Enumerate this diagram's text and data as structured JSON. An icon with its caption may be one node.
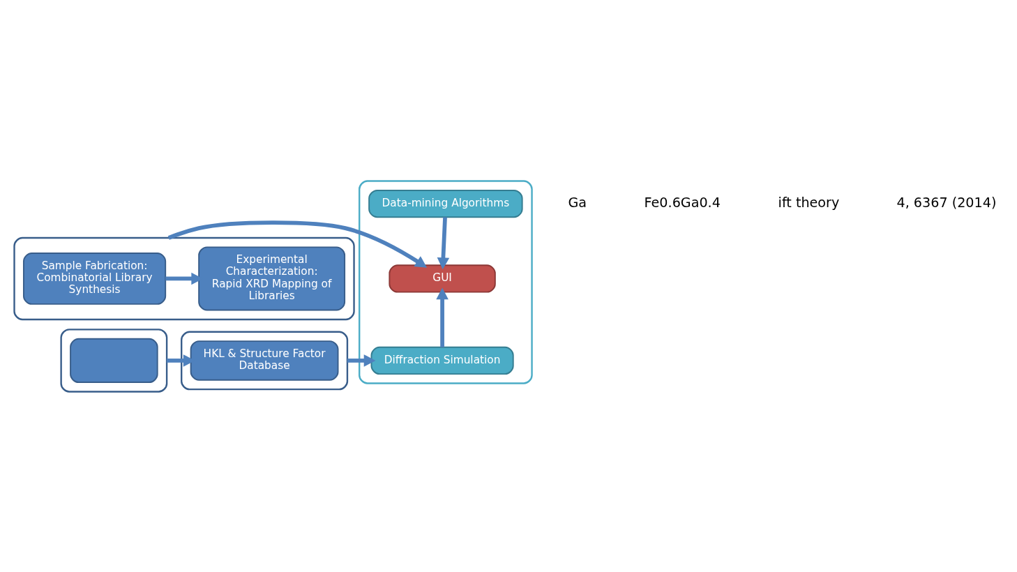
{
  "diagram": {
    "nodes": [
      {
        "text": [],
        "shape": "box"
      },
      {
        "text": [
          "Sample Fabrication: Combinatorial Library Synthesis"
        ],
        "in": 0
      },
      {
        "text": [
          "Experimental Characterization: Rapid XRD Mapping of Libraries"
        ],
        "in": 0
      },
      {
        "text": [],
        "shape": "box"
      },
      {
        "text": [],
        "shape": "box",
        "in": 3
      },
      {
        "text": [],
        "shape": "box"
      },
      {
        "text": [
          "HKL & Structure Factor Database"
        ],
        "in": 5
      },
      {
        "text": [],
        "shape": "box"
      },
      {
        "text": [
          "Data-mining Algorithms"
        ],
        "in": 7
      },
      {
        "text": [
          "GUI"
        ],
        "in": 7
      },
      {
        "text": [
          "Diffraction Simulation"
        ],
        "in": 7
      }
    ],
    "edges": [
      {
        "from": 1,
        "to": 2,
        "arrow": "to"
      },
      {
        "from": 0,
        "to": 9,
        "arrow": "to"
      },
      {
        "from": 3,
        "to": 6,
        "arrow": "to"
      },
      {
        "from": 5,
        "to": 10,
        "arrow": "to"
      },
      {
        "from": 8,
        "to": 9,
        "arrow": "to"
      },
      {
        "from": 10,
        "to": 9,
        "arrow": "to"
      }
    ],
    "labels": [
      "Ga",
      "Fe0.6Ga0.4",
      "ift theory",
      "4, 6367 (2014)"
    ]
  }
}
